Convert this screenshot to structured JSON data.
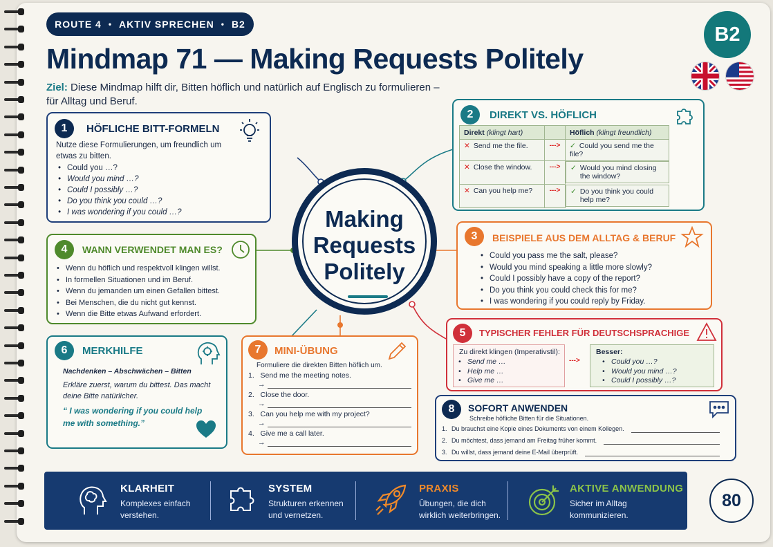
{
  "header": {
    "route_pill": [
      "ROUTE 4",
      "AKTIV SPRECHEN",
      "B2"
    ],
    "level": "B2",
    "title": "Mindmap 71 — Making Requests Politely",
    "goal_label": "Ziel:",
    "goal_text": "Diese Mindmap hilft dir, Bitten höflich und natürlich auf Englisch zu formulieren – für Alltag und Beruf."
  },
  "center": {
    "line1": "Making",
    "line2": "Requests",
    "line3": "Politely"
  },
  "box1": {
    "number": "1",
    "title": "HÖFLICHE BITT-FORMELN",
    "intro": "Nutze diese Formulierungen, um freundlich um etwas zu bitten.",
    "items": [
      "Could you …?",
      "Would you mind …?",
      "Could I possibly …?",
      "Do you think you could …?",
      "I was wondering if you could …?"
    ]
  },
  "box2": {
    "number": "2",
    "title": "DIREKT VS. HÖFLICH",
    "col_direct": "Direkt",
    "col_direct_note": "(klingt hart)",
    "col_polite": "Höflich",
    "col_polite_note": "(klingt freundlich)",
    "rows": [
      {
        "direct": "Send me the file.",
        "polite": "Could you send me the file?"
      },
      {
        "direct": "Close the window.",
        "polite": "Would you mind closing the window?"
      },
      {
        "direct": "Can you help me?",
        "polite": "Do you think you could help me?"
      }
    ],
    "arrow": "--->"
  },
  "box3": {
    "number": "3",
    "title": "BEISPIELE AUS DEM ALLTAG & BERUF",
    "items": [
      "Could you pass me the salt, please?",
      "Would you mind speaking a little more slowly?",
      "Could I possibly have a copy of the report?",
      "Do you think you could check this for me?",
      "I was wondering if you could reply by Friday."
    ]
  },
  "box4": {
    "number": "4",
    "title": "WANN VERWENDET MAN ES?",
    "items": [
      "Wenn du höflich und respektvoll klingen willst.",
      "In formellen Situationen und im Beruf.",
      "Wenn du jemanden um einen Gefallen bittest.",
      "Bei Menschen, die du nicht gut kennst.",
      "Wenn die Bitte etwas Aufwand erfordert."
    ]
  },
  "box5": {
    "number": "5",
    "title": "TYPISCHER FEHLER FÜR DEUTSCHSPRACHIGE",
    "wrong_label": "Zu direkt klingen (Imperativstil):",
    "wrong_items": [
      "Send me …",
      "Help me …",
      "Give me …"
    ],
    "better_label": "Besser:",
    "better_items": [
      "Could you …?",
      "Would you mind …?",
      "Could I possibly …?"
    ],
    "arrow": "--->"
  },
  "box6": {
    "number": "6",
    "title": "MERKHILFE",
    "steps": "Nachdenken – Abschwächen – Bitten",
    "text": "Erkläre zuerst, warum du bittest. Das macht deine Bitte natürlicher.",
    "quote": "“ I was wondering if you could help me with something.”"
  },
  "box7": {
    "number": "7",
    "title": "MINI-ÜBUNG",
    "instruction": "Formuliere die direkten Bitten höflich um.",
    "tasks": [
      {
        "n": "1.",
        "text": "Send me the meeting notes."
      },
      {
        "n": "2.",
        "text": "Close the door."
      },
      {
        "n": "3.",
        "text": "Can you help me with my project?"
      },
      {
        "n": "4.",
        "text": "Give me a call later."
      }
    ],
    "answer_arrow": "→"
  },
  "box8": {
    "number": "8",
    "title": "SOFORT ANWENDEN",
    "instruction": "Schreibe höfliche Bitten für die Situationen.",
    "tasks": [
      {
        "n": "1.",
        "text": "Du brauchst eine Kopie eines Dokuments von einem Kollegen."
      },
      {
        "n": "2.",
        "text": "Du möchtest, dass jemand am Freitag früher kommt."
      },
      {
        "n": "3.",
        "text": "Du willst, dass jemand deine E-Mail überprüft."
      }
    ]
  },
  "footer": {
    "items": [
      {
        "title": "KLARHEIT",
        "text": "Komplexes einfach verstehen.",
        "icon": "head-brain-icon",
        "color": "#ffffff"
      },
      {
        "title": "SYSTEM",
        "text": "Strukturen erkennen und vernetzen.",
        "icon": "puzzle-icon",
        "color": "#ffffff"
      },
      {
        "title": "PRAXIS",
        "text": "Übungen, die dich wirklich weiterbringen.",
        "icon": "rocket-icon",
        "color": "#f08a2a"
      },
      {
        "title": "AKTIVE ANWENDUNG",
        "text": "Sicher im Alltag kommunizieren.",
        "icon": "target-icon",
        "color": "#8bc34a"
      }
    ],
    "page_number": "80"
  },
  "colors": {
    "navy": "#0d2a52",
    "teal": "#1a7a86",
    "green": "#4f8a2c",
    "orange": "#e8772e",
    "red": "#d0303a",
    "box1": "#1f3f7a",
    "box6": "#1a7a86",
    "box8": "#1f3f7a"
  },
  "icons": [
    "lightbulb-icon",
    "puzzle-icon",
    "star-icon",
    "clock-icon",
    "warning-icon",
    "head-icon",
    "heart-icon",
    "pencil-icon",
    "speech-bubble-icon",
    "uk-flag-icon",
    "us-flag-icon"
  ]
}
